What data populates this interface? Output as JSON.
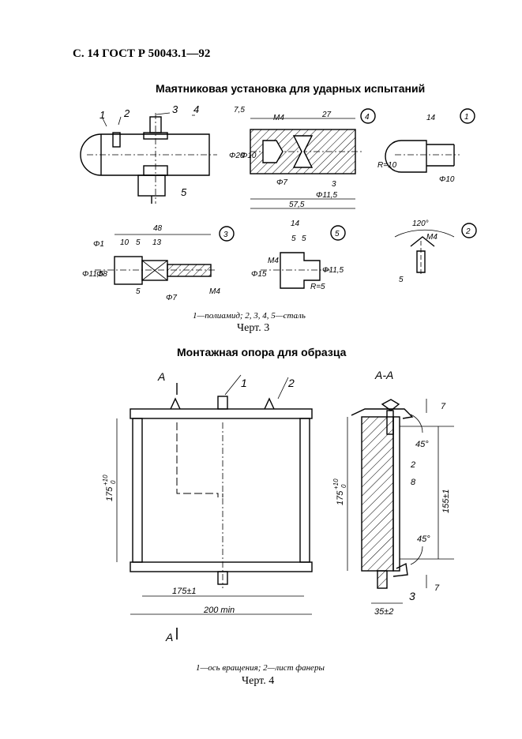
{
  "header": "С. 14 ГОСТ Р 50043.1—92",
  "fig3": {
    "title": "Маятниковая установка для ударных испытаний",
    "caption": "1—полиамид; 2, 3, 4, 5—сталь",
    "chert": "Черт. 3",
    "main_labels": [
      "1",
      "2",
      "3",
      "4",
      "5"
    ],
    "part4": {
      "circle": "4",
      "dims": [
        "7,5",
        "M4",
        "27",
        "Φ20",
        "Φ10",
        "Φ7",
        "Φ11,5",
        "3",
        "57,5"
      ]
    },
    "part1": {
      "circle": "1",
      "dims": [
        "14",
        "R=10",
        "Φ10"
      ]
    },
    "part3": {
      "circle": "3",
      "dims": [
        "48",
        "Φ1",
        "10",
        "5",
        "13",
        "Φ11,5",
        "Φ8",
        "5",
        "Φ7",
        "M4"
      ]
    },
    "part5": {
      "circle": "5",
      "dims": [
        "14",
        "5",
        "5",
        "Φ15",
        "M4",
        "Φ11,5",
        "R=5"
      ]
    },
    "part2": {
      "circle": "2",
      "dims": [
        "120°",
        "M4",
        "5"
      ]
    }
  },
  "fig4": {
    "title": "Монтажная опора для образца",
    "caption": "1—ось вращения; 2—лист фанеры",
    "chert": "Черт. 4",
    "section_mark": "A",
    "section_title": "A-A",
    "labels": [
      "1",
      "2",
      "3"
    ],
    "dims_front": [
      "175",
      "+10",
      "0",
      "175±1",
      "200 min"
    ],
    "dims_side": [
      "175",
      "+10",
      "0",
      "7",
      "45°",
      "2",
      "8",
      "155±1",
      "45°",
      "7",
      "35±2"
    ]
  }
}
